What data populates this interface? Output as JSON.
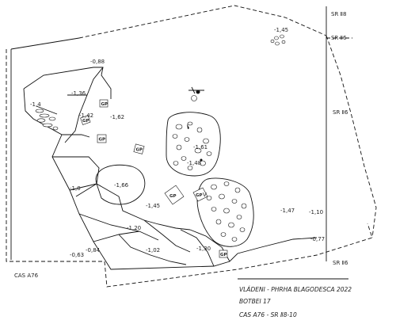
{
  "sheet_labels": {
    "cas_a76": "CAS  A76",
    "sr_28": "SR Ⅱ8",
    "sr_6": "SR Ⅱ6",
    "sr_16_mid": "SR Ⅱ6",
    "sr_16_low": "SR Ⅱ6"
  },
  "caption": {
    "line1": "VLÁDENI - PHRHA BLAGODESCA  2022",
    "line2": "BOTBEI  17",
    "line3": "CAS  A76 -  SR Ⅱ8-10"
  },
  "levels": [
    {
      "id": "lvl-145-top",
      "text": "-1,45"
    },
    {
      "id": "lvl-088",
      "text": "-0,88"
    },
    {
      "id": "lvl-14",
      "text": "-1,4"
    },
    {
      "id": "lvl-136",
      "text": "-1,36"
    },
    {
      "id": "lvl-142",
      "text": "-1,42"
    },
    {
      "id": "lvl-162",
      "text": "-1,62"
    },
    {
      "id": "lvl-161",
      "text": "-1,61"
    },
    {
      "id": "lvl-148",
      "text": "-1,48"
    },
    {
      "id": "lvl-10",
      "text": "-1,0"
    },
    {
      "id": "lvl-166",
      "text": "-1,66"
    },
    {
      "id": "lvl-145-mid",
      "text": "-1,45"
    },
    {
      "id": "lvl-120",
      "text": "-1,20"
    },
    {
      "id": "lvl-102",
      "text": "-1,02"
    },
    {
      "id": "lvl-130",
      "text": "-1,30"
    },
    {
      "id": "lvl-084",
      "text": "-0,84"
    },
    {
      "id": "lvl-063",
      "text": "-0,63"
    },
    {
      "id": "lvl-147",
      "text": "-1,47"
    },
    {
      "id": "lvl-110",
      "text": "-1,10"
    },
    {
      "id": "lvl-077",
      "text": "-0,77"
    }
  ],
  "markers": [
    {
      "id": "gp-1",
      "text": "GP"
    },
    {
      "id": "gp-2",
      "text": "GP"
    },
    {
      "id": "gp-3",
      "text": "GP"
    },
    {
      "id": "gp-4",
      "text": "GP"
    },
    {
      "id": "gp-5",
      "text": "GP"
    },
    {
      "id": "gp-6",
      "text": "GP"
    },
    {
      "id": "gp-7",
      "text": "GP"
    }
  ],
  "roman_numeral": "V"
}
